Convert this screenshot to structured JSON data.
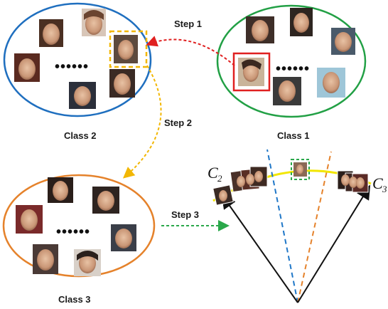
{
  "labels": {
    "step1": "Step 1",
    "step2": "Step 2",
    "step3": "Step 3",
    "class1": "Class 1",
    "class2": "Class 2",
    "class3": "Class 3"
  },
  "dots": "••••••",
  "centers": {
    "c2_letter": "C",
    "c2_sub": "2",
    "c3_letter": "C",
    "c3_sub": "3"
  },
  "colors": {
    "class1_ellipse": "#22a045",
    "class2_ellipse": "#1f6fbf",
    "class3_ellipse": "#e5822b",
    "step1_arrow": "#e02020",
    "step2_arrow": "#f2b705",
    "step3_arrow": "#2aa84a",
    "selected_face_box": "#e02020",
    "target_face_box": "#f2b705",
    "arc": "#f2e600",
    "blue_dashed_line": "#1f77c8",
    "orange_dashed_line": "#e5822b"
  }
}
